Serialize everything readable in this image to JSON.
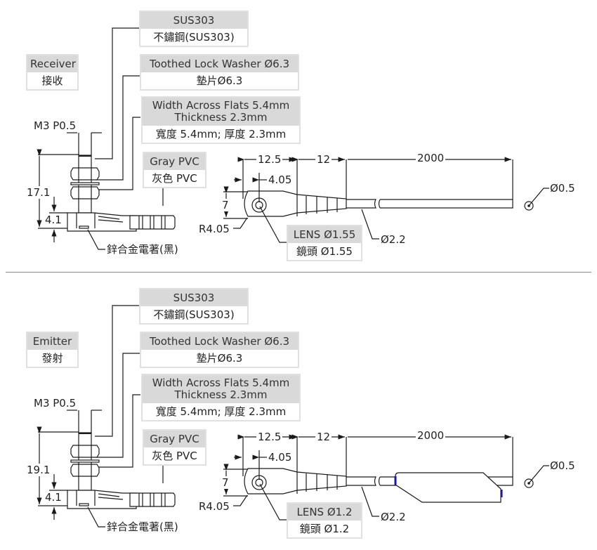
{
  "sections": [
    {
      "title_en": "Receiver",
      "title_zh": "接收",
      "material_en": "SUS303",
      "material_zh": "不鏽鋼(SUS303)",
      "washer_en": "Toothed Lock Washer Ø6.3",
      "washer_zh": "墊片Ø6.3",
      "nut_en_line1": "Width Across Flats 5.4mm",
      "nut_en_line2": "Thickness 2.3mm",
      "nut_zh": "寬度 5.4mm; 厚度 2.3mm",
      "pvc_en": "Gray PVC",
      "pvc_zh": "灰色 PVC",
      "thread": "M3 P0.5",
      "height_total": "17.1",
      "height_base": "4.1",
      "body_zh": "鋅合金電著(黑)",
      "len_head": "12.5",
      "len_boot": "12",
      "len_cable": "2000",
      "offset_center": "4.05",
      "head_height": "7",
      "radius": "R4.05",
      "lens_en": "LENS Ø1.55",
      "lens_zh": "鏡頭 Ø1.55",
      "cable_dia": "Ø2.2",
      "fiber_dia": "Ø0.5"
    },
    {
      "title_en": "Emitter",
      "title_zh": "發射",
      "material_en": "SUS303",
      "material_zh": "不鏽鋼(SUS303)",
      "washer_en": "Toothed Lock Washer Ø6.3",
      "washer_zh": "墊片Ø6.3",
      "nut_en_line1": "Width Across Flats 5.4mm",
      "nut_en_line2": "Thickness 2.3mm",
      "nut_zh": "寬度 5.4mm; 厚度 2.3mm",
      "pvc_en": "Gray PVC",
      "pvc_zh": "灰色 PVC",
      "thread": "M3 P0.5",
      "height_total": "19.1",
      "height_base": "4.1",
      "body_zh": "鋅合金電著(黑)",
      "len_head": "12.5",
      "len_boot": "12",
      "len_cable": "2000",
      "offset_center": "4.05",
      "head_height": "7",
      "radius": "R4.05",
      "lens_en": "LENS Ø1.2",
      "lens_zh": "鏡頭 Ø1.2",
      "cable_dia": "Ø2.2",
      "fiber_dia": "Ø0.5"
    }
  ],
  "colors": {
    "label_header_bg": "#d9d9d9",
    "line": "#1a1a1a",
    "highlight": "#1a1aa8"
  }
}
